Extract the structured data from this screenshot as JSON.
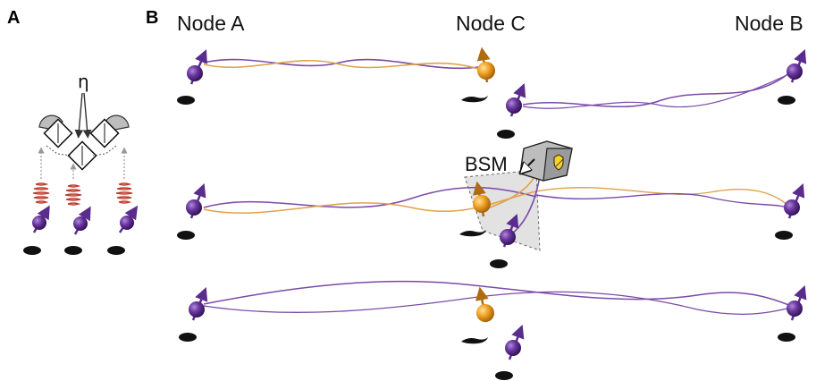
{
  "panels": {
    "a_label": "A",
    "b_label": "B"
  },
  "panel_a": {
    "eta_label": "η"
  },
  "panel_b": {
    "node_a": "Node A",
    "node_c": "Node C",
    "node_b": "Node B",
    "bsm_label": "BSM"
  },
  "colors": {
    "purple_qubit": "#5a2d8c",
    "orange_qubit": "#e89a1c",
    "purple_strand": "#7b4aa8",
    "orange_strand": "#e0a24a",
    "photon_red": "#c0392b",
    "shadow": "#111111",
    "detector_gray": "#bdbdbd"
  },
  "icons": [
    "spin-qubit-icon",
    "beamsplitter-icon",
    "detector-icon",
    "photon-wavepacket-icon",
    "bsm-device-icon",
    "shield-icon"
  ]
}
